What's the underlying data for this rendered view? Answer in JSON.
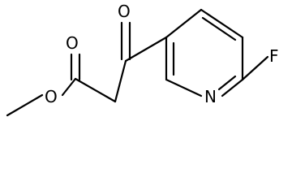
{
  "molecule": {
    "atoms": {
      "carbonyl_oxygen": "O",
      "ester_oxygen_double": "O",
      "ester_oxygen_single": "O",
      "ring_nitrogen": "N",
      "fluorine": "F"
    }
  }
}
